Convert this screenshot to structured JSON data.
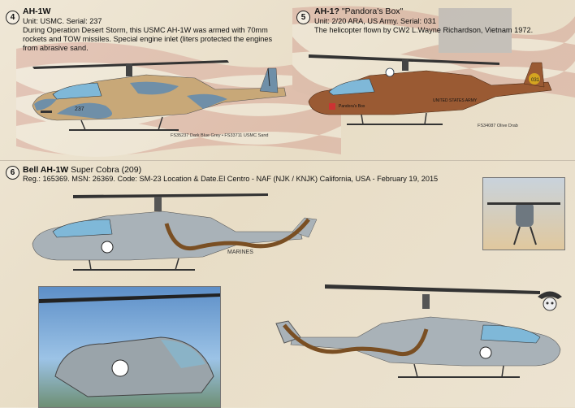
{
  "profiles": [
    {
      "number": "4",
      "title": "AH-1W",
      "lines": [
        "Unit: USMC. Serial: 237",
        "During Operation Desert Storm, this USMC AH-1W was armed with 70mm",
        "rockets and TOW missiles. Special engine inlet (liters protected the engines",
        "from abrasive sand."
      ],
      "paint_codes": "FS35237 Dark Blue Grey •  FS33711 USMC Sand",
      "fuselage_text": "237"
    },
    {
      "number": "5",
      "title_bold": "AH-1?",
      "title_rest": " \"Pandora's Box\"",
      "lines": [
        "Unit: 2/20 ARA, US Army. Serial: 031",
        "The helicopter flown by CW2 L.Wayne Richardson, Vietnam 1972."
      ],
      "paint_codes": "FS34087 Olive Drab",
      "tail_text": "UNITED STATES ARMY",
      "nose_text": "Pandora's Box",
      "tail_number": "031"
    },
    {
      "number": "6",
      "title_bold": "Bell AH-1W",
      "title_rest": " Super Cobra (209)",
      "lines": [
        "Reg.: 165369. MSN: 26369. Code: SM-23 Location & Date.El Centro - NAF (NJK / KNJK) California, USA - February 19, 2015"
      ],
      "tail_text": "MARINES"
    }
  ],
  "colors": {
    "sand": "#c8a878",
    "blue_grey": "#6f8fa8",
    "olive": "#9a5a33",
    "grey": "#a9b2b8",
    "canopy": "#7fb8d8",
    "rotor": "#2a2a2a"
  },
  "icons": [
    "us-flag-background",
    "helicopter-profile",
    "snake-artwork",
    "photo-front",
    "photo-side",
    "cowboy-skull-logo"
  ]
}
